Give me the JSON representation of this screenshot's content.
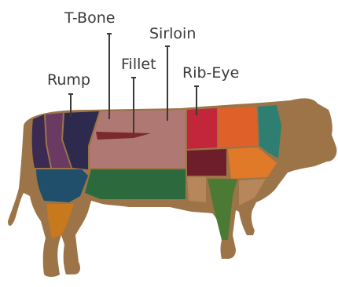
{
  "labels": {
    "tbone": "T-Bone",
    "sirloin": "Sirloin",
    "fillet": "Fillet",
    "ribeye": "Rib-Eye",
    "rump": "Rump"
  },
  "colors": {
    "body": "#9c7448",
    "rump_top": "#3b2a52",
    "rump_mid": "#6a3a63",
    "rump_dark": "#2e2a4e",
    "round_blue": "#1f4f6a",
    "shank_orange": "#c8791e",
    "sirloin": "#b07873",
    "fillet": "#7a2a2a",
    "flank_green": "#2c6a3e",
    "ribeye_red": "#c3263a",
    "orange_chuck": "#e0602a",
    "teal_neck": "#2e7f72",
    "maroon": "#6e1e2a",
    "orange_brisket": "#e07a28",
    "tan_plate": "#b7865a",
    "green_shank": "#4a7a34",
    "label_text": "#3a3a3a"
  }
}
